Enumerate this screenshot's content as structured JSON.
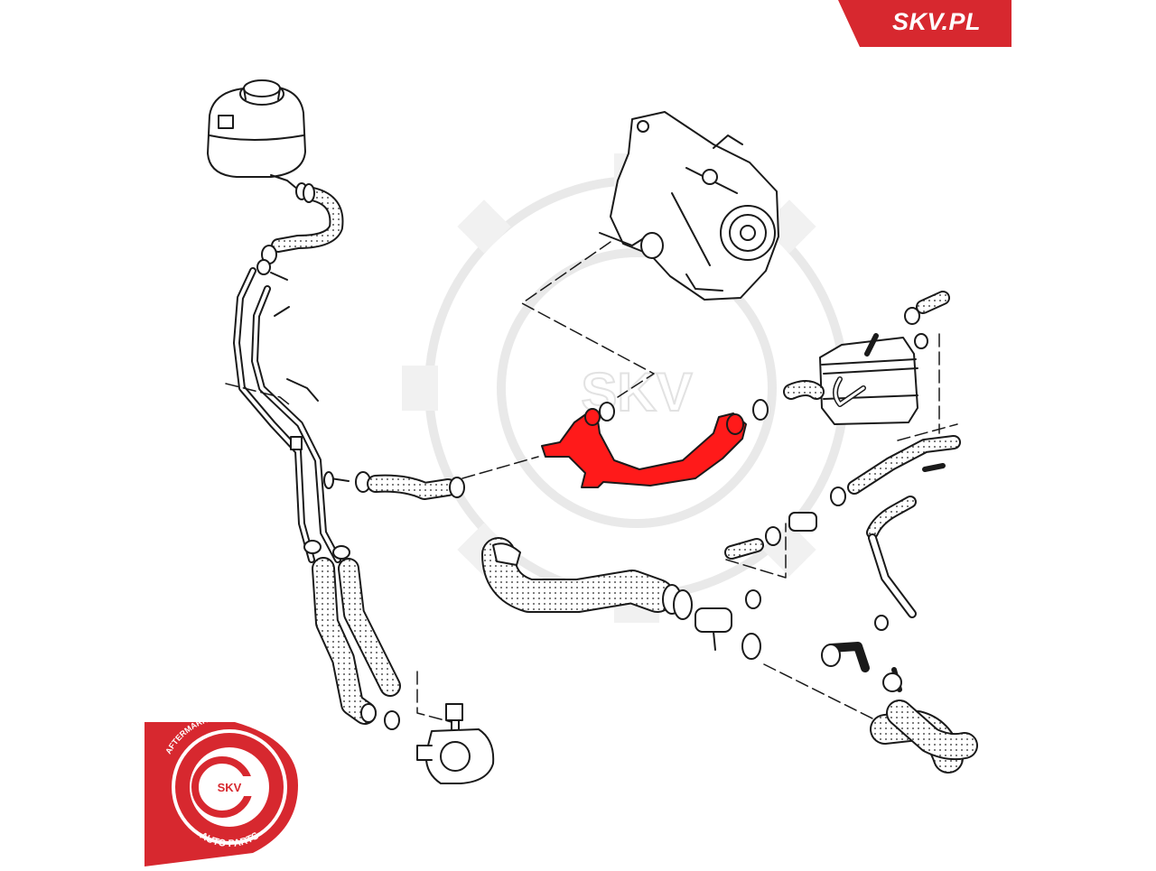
{
  "brand": {
    "site_label": "SKV.PL",
    "watermark_text": "SKV",
    "badge": {
      "center_text": "SKV",
      "ring_top_text": "AFTERMARKET PRICE - OE QUALITY",
      "ring_bottom_text": "AUTO PARTS"
    }
  },
  "colors": {
    "brand_red": "#d7282f",
    "highlight_part": "#ff1a1a",
    "line_art": "#1a1a1a",
    "watermark": "#ececec"
  },
  "diagram": {
    "highlighted_part": "coolant-pipe"
  }
}
